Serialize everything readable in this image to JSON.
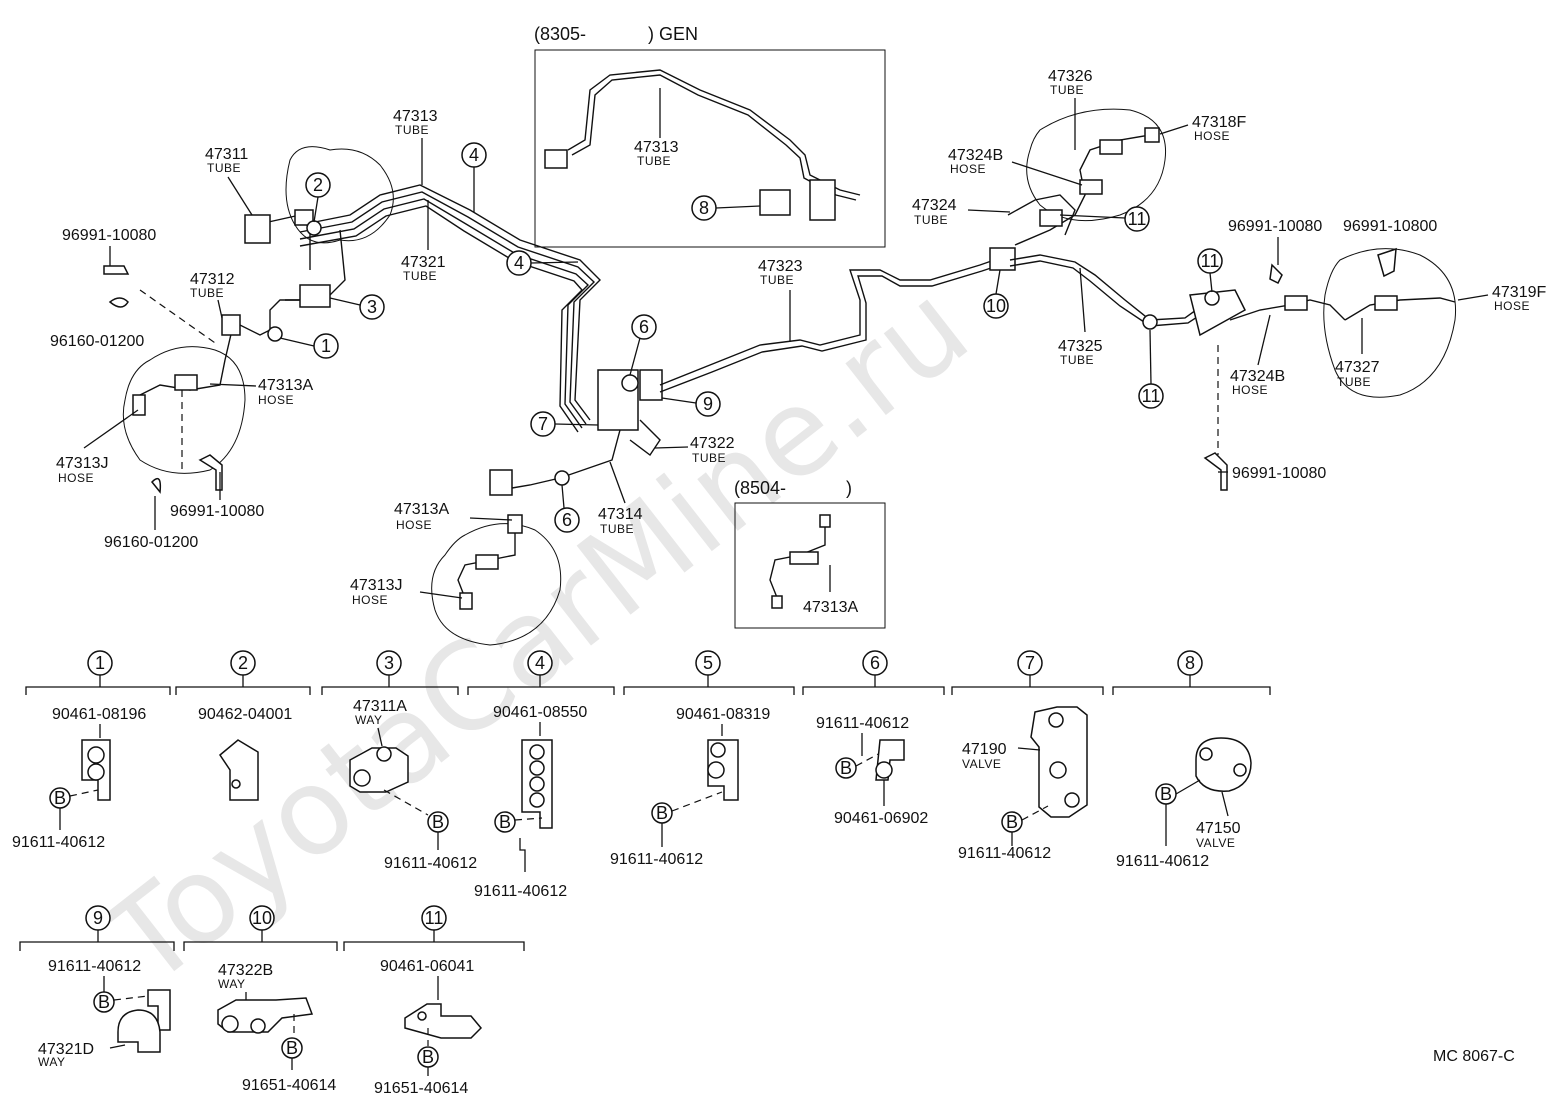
{
  "watermark": "ToyotaCarMine.ru",
  "ref_code": "MC  8067-C",
  "insets": {
    "gen": {
      "label": "(8305-",
      "label_tail": ") GEN",
      "part": "47313",
      "part_sub": "TUBE",
      "callout": "8"
    },
    "later": {
      "label": "(8504-",
      "label_tail": ")",
      "part": "47313A"
    }
  },
  "labels": {
    "p47311": {
      "num": "47311",
      "sub": "TUBE"
    },
    "p47313_top": {
      "num": "47313",
      "sub": "TUBE"
    },
    "p47321": {
      "num": "47321",
      "sub": "TUBE"
    },
    "p47312": {
      "num": "47312",
      "sub": "TUBE"
    },
    "p96991_left_top": {
      "num": "96991-10080"
    },
    "p96160_left_top": {
      "num": "96160-01200"
    },
    "p47313A_left": {
      "num": "47313A",
      "sub": "HOSE"
    },
    "p47313J_left": {
      "num": "47313J",
      "sub": "HOSE"
    },
    "p96991_left_bot": {
      "num": "96991-10080"
    },
    "p96160_left_bot": {
      "num": "96160-01200"
    },
    "p47313A_mid": {
      "num": "47313A",
      "sub": "HOSE"
    },
    "p47313J_mid": {
      "num": "47313J",
      "sub": "HOSE"
    },
    "p47314": {
      "num": "47314",
      "sub": "TUBE"
    },
    "p47322": {
      "num": "47322",
      "sub": "TUBE"
    },
    "p47323": {
      "num": "47323",
      "sub": "TUBE"
    },
    "p47326": {
      "num": "47326",
      "sub": "TUBE"
    },
    "p47318F": {
      "num": "47318F",
      "sub": "HOSE"
    },
    "p47324B_top": {
      "num": "47324B",
      "sub": "HOSE"
    },
    "p47324": {
      "num": "47324",
      "sub": "TUBE"
    },
    "p47325": {
      "num": "47325",
      "sub": "TUBE"
    },
    "p96991_right_a": {
      "num": "96991-10080"
    },
    "p96991_right_b": {
      "num": "96991-10800"
    },
    "p47319F": {
      "num": "47319F",
      "sub": "HOSE"
    },
    "p47324B_bot": {
      "num": "47324B",
      "sub": "HOSE"
    },
    "p47327": {
      "num": "47327",
      "sub": "TUBE"
    },
    "p96991_right_c": {
      "num": "96991-10080"
    }
  },
  "callouts_main": [
    "1",
    "2",
    "3",
    "4",
    "4",
    "6",
    "6",
    "7",
    "9",
    "10",
    "11",
    "11",
    "11"
  ],
  "legend": [
    {
      "idx": "1",
      "parts": [
        "90461-08196",
        "91611-40612"
      ],
      "bolt": "B"
    },
    {
      "idx": "2",
      "parts": [
        "90462-04001"
      ]
    },
    {
      "idx": "3",
      "parts": [
        "47311A",
        "91611-40612"
      ],
      "sub": "WAY",
      "bolt": "B"
    },
    {
      "idx": "4",
      "parts": [
        "90461-08550",
        "91611-40612"
      ],
      "bolt": "B"
    },
    {
      "idx": "5",
      "parts": [
        "90461-08319",
        "91611-40612"
      ],
      "bolt": "B"
    },
    {
      "idx": "6",
      "parts": [
        "91611-40612",
        "90461-06902"
      ],
      "bolt": "B"
    },
    {
      "idx": "7",
      "parts": [
        "47190",
        "91611-40612"
      ],
      "sub": "VALVE",
      "bolt": "B"
    },
    {
      "idx": "8",
      "parts": [
        "47150",
        "91611-40612"
      ],
      "sub": "VALVE",
      "bolt": "B"
    },
    {
      "idx": "9",
      "parts": [
        "91611-40612",
        "47321D"
      ],
      "sub": "WAY",
      "bolt": "B"
    },
    {
      "idx": "10",
      "parts": [
        "47322B",
        "91651-40614"
      ],
      "sub": "WAY",
      "bolt": "B"
    },
    {
      "idx": "11",
      "parts": [
        "90461-06041",
        "91651-40614"
      ],
      "bolt": "B"
    }
  ]
}
